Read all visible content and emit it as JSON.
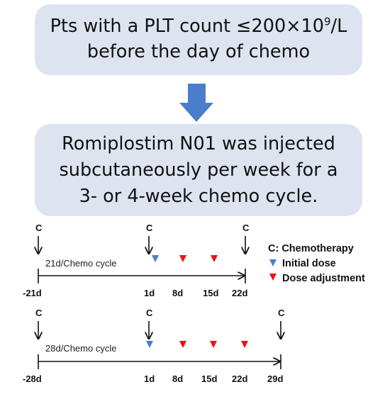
{
  "box1": {
    "line1_prefix": "Pts with a PLT count ≤200×10",
    "line1_sup": "9",
    "line1_suffix": "/L",
    "line2": "before the day of chemo"
  },
  "arrow_color": "#4a7ecc",
  "box2": {
    "line1": "Romiplostim N01 was injected",
    "line2": "subcutaneously per week for a",
    "line3": "3- or 4-week chemo cycle."
  },
  "colors": {
    "initial_dose": "#4a7ecc",
    "dose_adjustment": "#ee1111",
    "box_fill": "#dde4f0"
  },
  "legend": {
    "chemo": "C: Chemotherapy",
    "initial": "Initial dose",
    "adjust": "Dose adjustment"
  },
  "timeline1": {
    "cycle_label": "21d/Chemo cycle",
    "start_label": "-21d",
    "chemo_marker": "C",
    "ticks": [
      "1d",
      "8d",
      "15d",
      "22d"
    ]
  },
  "timeline2": {
    "cycle_label": "28d/Chemo cycle",
    "start_label": "-28d",
    "chemo_marker": "C",
    "ticks": [
      "1d",
      "8d",
      "15d",
      "22d",
      "29d"
    ]
  }
}
